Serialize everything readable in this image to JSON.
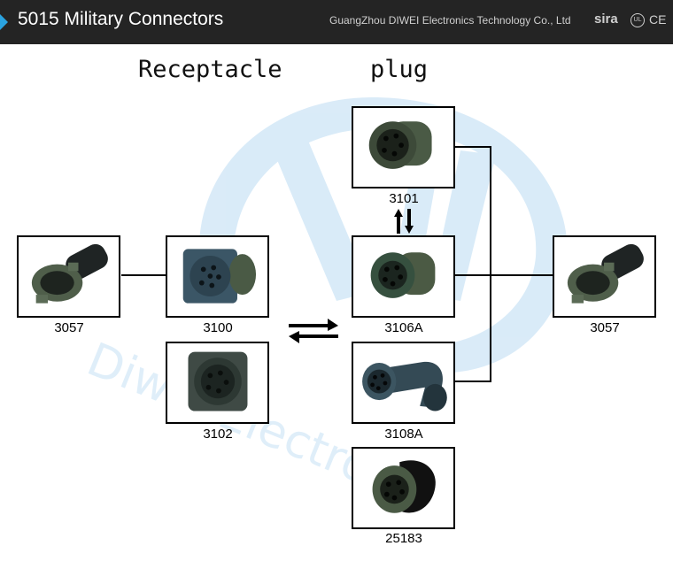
{
  "header": {
    "title": "5015 Military Connectors",
    "company": "GuangZhou DIWEI Electronics Technology Co., Ltd",
    "cert_sira": "sira",
    "cert_ul": "UL",
    "cert_ce": "CE"
  },
  "headings": {
    "receptacle": "Receptacle",
    "plug": "plug"
  },
  "parts": {
    "p3057_left": "3057",
    "p3100": "3100",
    "p3102": "3102",
    "p3101": "3101",
    "p3106a": "3106A",
    "p3108a": "3108A",
    "p25183": "25183",
    "p3057_right": "3057"
  },
  "colors": {
    "header_bg": "#242424",
    "accent": "#2aa3e0",
    "watermark": "#cfe6f6",
    "connector_green": "#4f5e4a",
    "connector_blue": "#3b5666"
  }
}
